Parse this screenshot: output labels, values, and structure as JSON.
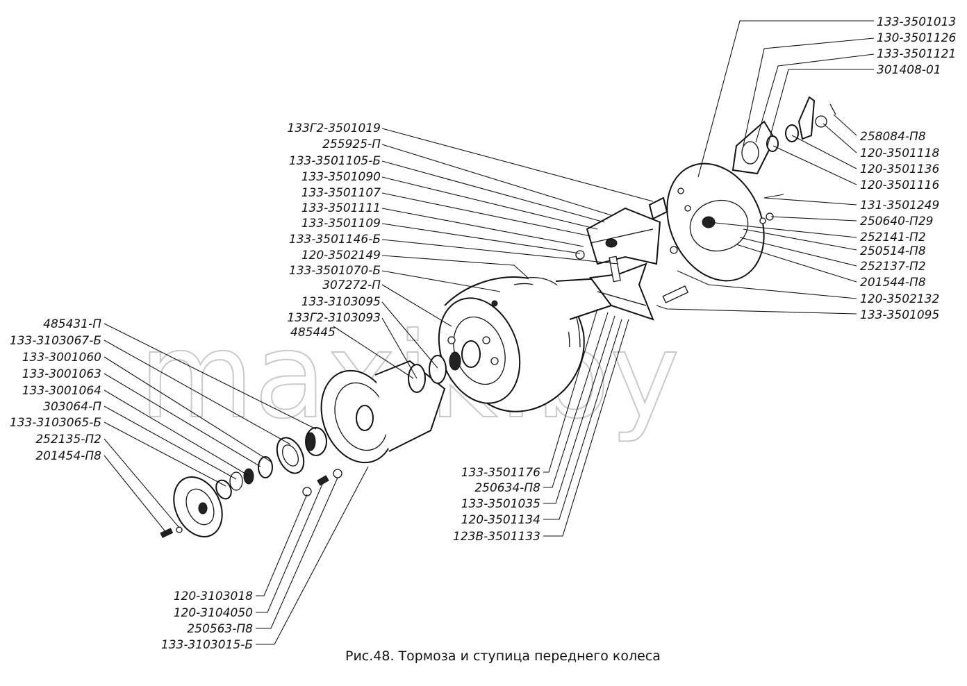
{
  "watermark": "maxik.by",
  "caption": "Рис.48. Тормоза и ступица переднего колеса",
  "labels_left": [
    "485431-П",
    "133-3103067-Б",
    "133-3001060",
    "133-3001063",
    "133-3001064",
    "303064-П",
    "133-3103065-Б",
    "252135-П2",
    "201454-П8"
  ],
  "labels_center": [
    "133Г2-3501019",
    "255925-П",
    "133-3501105-Б",
    "133-3501090",
    "133-3501107",
    "133-3501111",
    "133-3501109",
    "133-3501146-Б",
    "120-3502149",
    "133-3501070-Б",
    "307272-П",
    "133-3103095",
    "133Г2-3103093",
    "485445"
  ],
  "labels_right": [
    "133-3501013",
    "130-3501126",
    "133-3501121",
    "301408-01",
    "258084-П8",
    "120-3501118",
    "120-3501136",
    "120-3501116",
    "131-3501249",
    "250640-П29",
    "252141-П2",
    "250514-П8",
    "252137-П2",
    "201544-П8",
    "120-3502132",
    "133-3501095"
  ],
  "labels_bottom_center": [
    "133-3501176",
    "250634-П8",
    "133-3501035",
    "120-3501134",
    "123В-3501133"
  ],
  "labels_bottom_left": [
    "120-3103018",
    "120-3104050",
    "250563-П8",
    "133-3103015-Б"
  ]
}
